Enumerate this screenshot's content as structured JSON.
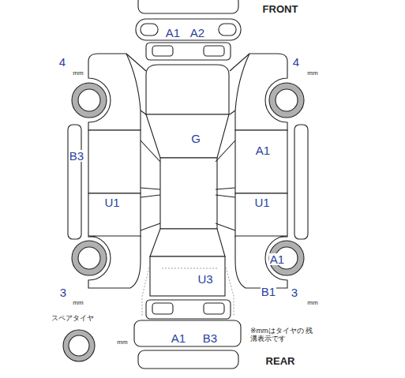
{
  "diagram": {
    "labels": [
      "FRONT",
      "A1",
      "A2",
      "4",
      "mm",
      "4",
      "mm",
      "B3",
      "G",
      "A1",
      "U1",
      "U1",
      "A1",
      "U3",
      "3",
      "B1",
      "3",
      "mm",
      "mm",
      "スペアタイヤ",
      "mm",
      "A1",
      "B3",
      "※mmはタイヤの 残溝表示です",
      "REAR"
    ]
  }
}
